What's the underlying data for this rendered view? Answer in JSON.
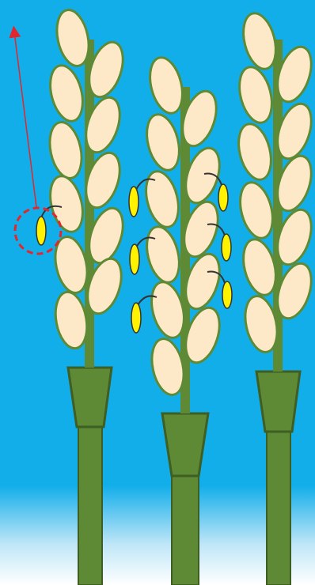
{
  "diagram": {
    "colors": {
      "sky": "#12aeea",
      "stem": "#5e8a35",
      "grain_fill": "#fde9c8",
      "grain_stroke": "#5e8a35",
      "anther_fill": "#fff200",
      "filament": "#333333",
      "highlight": "#e3262b",
      "ground": "#ffffff"
    },
    "elements": {
      "plants": 3,
      "anthers_on_center_plant": 6,
      "highlighted_anther": "left-plant-anther"
    }
  }
}
